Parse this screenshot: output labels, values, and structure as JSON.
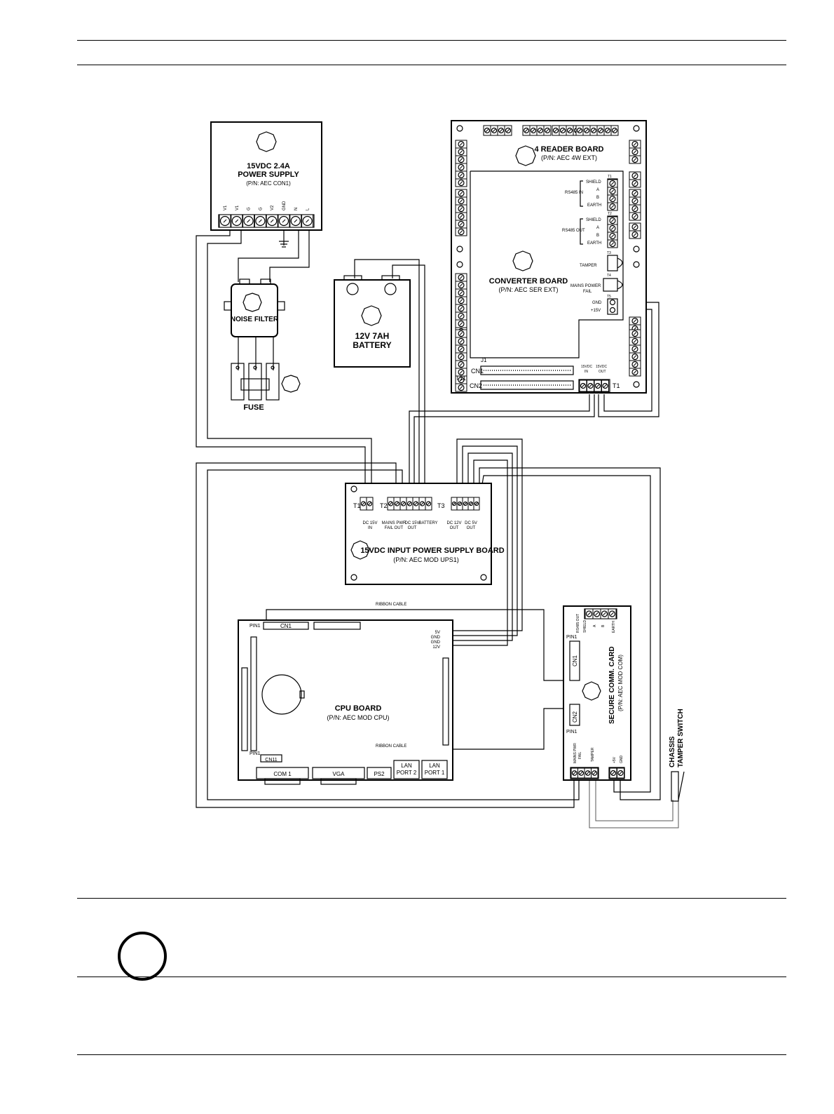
{
  "psu": {
    "title": "15VDC 2.4A",
    "subtitle": "POWER SUPPLY",
    "pn": "(P/N: AEC CON1)",
    "terminals": [
      "V1",
      "V1",
      "G",
      "G",
      "V2",
      "GND",
      "N",
      "L"
    ]
  },
  "noise_filter": {
    "label": "NOISE FILTER"
  },
  "fuse": {
    "label": "FUSE"
  },
  "battery": {
    "line1": "12V 7AH",
    "line2": "BATTERY"
  },
  "reader_board": {
    "title": "4 READER BOARD",
    "pn": "(P/N: AEC 4W EXT)"
  },
  "converter": {
    "title": "CONVERTER BOARD",
    "pn": "(P/N: AEC SER EXT)",
    "rs485_in": "RS485 IN",
    "rs485_out": "RS485 OUT",
    "tamper": "TAMPER",
    "mains_fail_1": "MAINS POWER",
    "mains_fail_2": "FAIL",
    "shield": "SHIELD",
    "a": "A",
    "b": "B",
    "earth": "EARTH",
    "gnd": "GND",
    "plus15": "+15V",
    "t1": "T1",
    "t2": "T2",
    "t3": "T3",
    "t4": "T4",
    "t5": "T5",
    "j1": "J1",
    "cn1": "CN1",
    "cn2": "CN2",
    "t11": "T11",
    "in15_1": "15VDC",
    "in15_2": "IN",
    "out15_1": "15VDC",
    "out15_2": "OUT",
    "t1b": "T1"
  },
  "ups": {
    "title": "15VDC INPUT POWER SUPPLY BOARD",
    "pn": "(P/N: AEC MOD UPS1)",
    "t1": "T1",
    "t2": "T2",
    "t3": "T3",
    "dcin_1": "DC 15V",
    "dcin_2": "IN",
    "mains_1": "MAINS PWR",
    "mains_2": "FAIL OUT",
    "dcout_1": "DC 15V",
    "dcout_2": "OUT",
    "battery": "BATTERY",
    "dc12_1": "DC 12V",
    "dc12_2": "OUT",
    "dc5_1": "DC 5V",
    "dc5_2": "OUT"
  },
  "cpu": {
    "title": "CPU BOARD",
    "pn": "(P/N: AEC MOD CPU)",
    "pin1_top": "PIN1",
    "cn1": "CN1",
    "pin1_bottom": "PIN1",
    "cn11": "CN11",
    "v5": "5V",
    "gnd1": "GND",
    "gnd2": "GND",
    "v12": "12V",
    "ports": [
      "COM 1",
      "VGA",
      "PS2"
    ],
    "lan2_1": "LAN",
    "lan2_2": "PORT 2",
    "lan1_1": "LAN",
    "lan1_2": "PORT 1"
  },
  "ribbon_top": "RIBBON CABLE",
  "ribbon_bottom": "RIBBON CABLE",
  "comm": {
    "title": "SECURE COMM. CARD",
    "pn": "(P/N: AEC MOD COM)",
    "rs485": "RS485 OUT",
    "shield": "SHIELD",
    "a": "A",
    "b": "B",
    "earth": "EARTH",
    "pin1_top": "PIN1",
    "cn1": "CN1",
    "cn2": "CN2",
    "pin1_bottom": "PIN1",
    "mains_1": "MAINS PWR",
    "mains_2": "FAIL",
    "tamper": "TAMPER",
    "plus5": "+5V",
    "gnd": "GND"
  },
  "chassis": {
    "line1": "CHASSIS",
    "line2": "TAMPER SWITCH"
  }
}
